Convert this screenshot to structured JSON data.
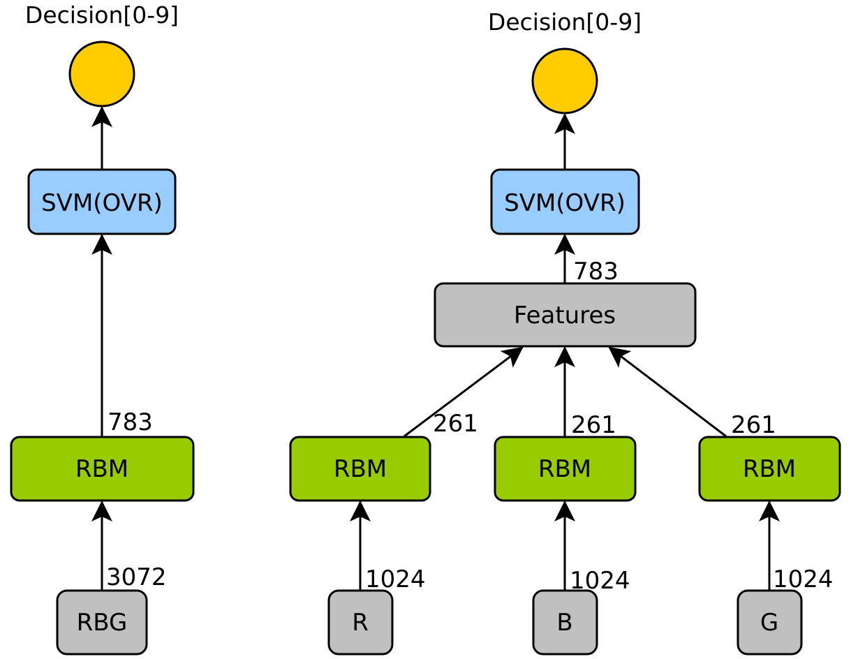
{
  "colors": {
    "decision": "#FFCC00",
    "classifier": "#99CCFF",
    "rbm": "#99CC00",
    "input": "#C0C0C0",
    "stroke": "#000000"
  },
  "left": {
    "title": "Decision[0-9]",
    "svm_label": "SVM(OVR)",
    "rbm_label": "RBM",
    "input_label": "RBG",
    "edge_rbm_svm": "783",
    "edge_input_rbm": "3072"
  },
  "right": {
    "title": "Decision[0-9]",
    "svm_label": "SVM(OVR)",
    "features_label": "Features",
    "edge_features_svm": "783",
    "rbm_r_label": "RBM",
    "rbm_b_label": "RBM",
    "rbm_g_label": "RBM",
    "edge_rbm_r": "261",
    "edge_rbm_b": "261",
    "edge_rbm_g": "261",
    "input_r_label": "R",
    "input_b_label": "B",
    "input_g_label": "G",
    "edge_input_r": "1024",
    "edge_input_b": "1024",
    "edge_input_g": "1024"
  }
}
